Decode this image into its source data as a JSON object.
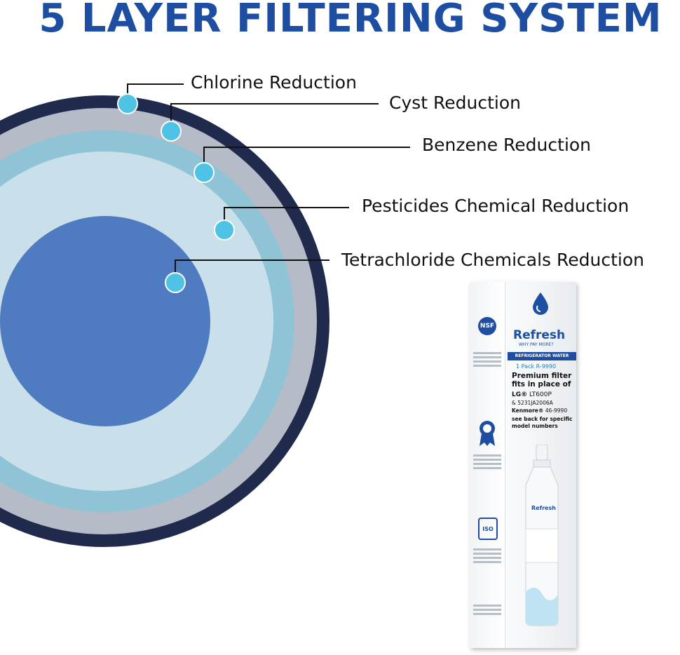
{
  "heading": "5 LAYER FILTERING SYSTEM",
  "layers": [
    {
      "label": "Chlorine Reduction",
      "color": "#1f2a4d"
    },
    {
      "label": "Cyst Reduction",
      "color": "#b5bcc7"
    },
    {
      "label": "Benzene Reduction",
      "color": "#8fc3d6"
    },
    {
      "label": "Pesticides Chemical Reduction",
      "color": "#c9e0ea"
    },
    {
      "label": "Tetrachloride Chemicals Reduction",
      "color": "#4f7cc0"
    }
  ],
  "marker_color": "#4fc3e6",
  "product": {
    "brand": "Refresh",
    "slogan": "WHY PAY MORE?",
    "category": "REFRIGERATOR WATER FILTER",
    "pack": "1 Pack R-9990",
    "headline": "Premium filter fits in place of",
    "line1_brand": "LG®",
    "line1_model": "LT600P",
    "line2": "& 5231JA2006A",
    "line3_brand": "Kenmore®",
    "line3_model": "46-9990",
    "see_back": "see back for specific model numbers",
    "cartridge_label": "Refresh",
    "nsf": "NSF",
    "iso": "ISO"
  }
}
